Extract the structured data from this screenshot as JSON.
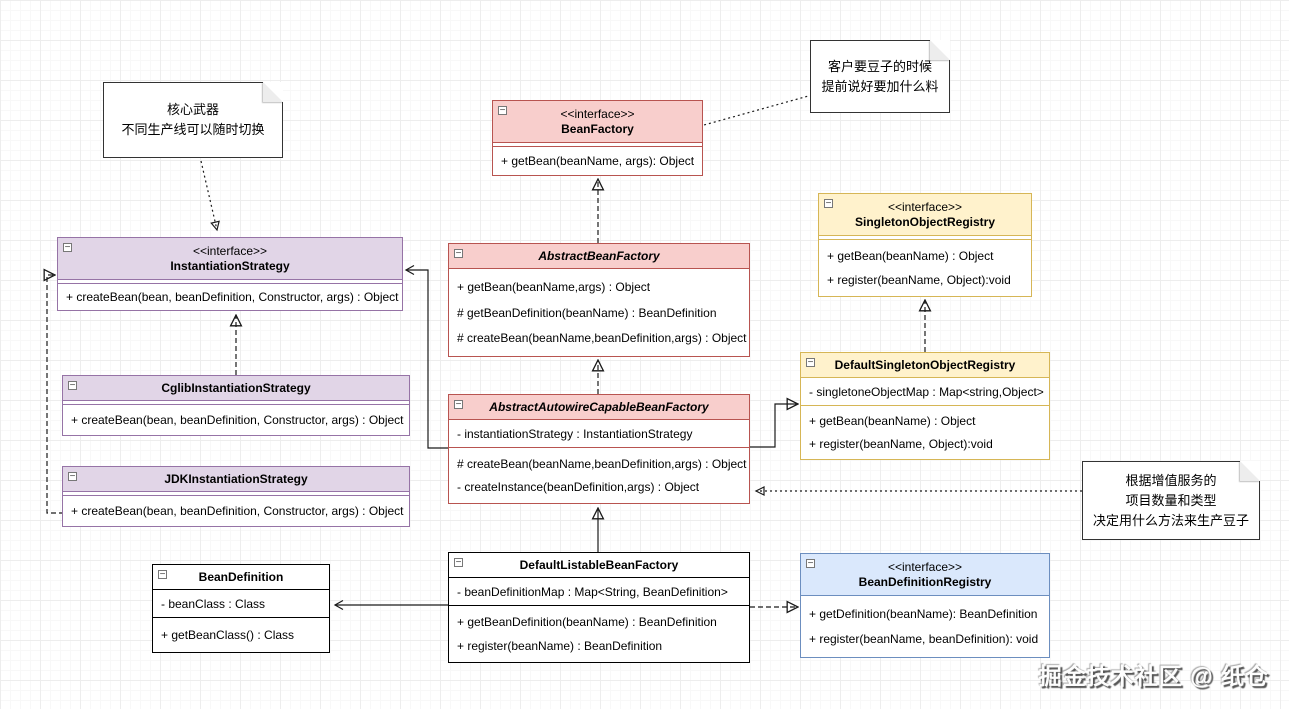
{
  "ui": {
    "collapse_glyph": "−"
  },
  "colors": {
    "pink_fill": "#f8cecc",
    "pink_border": "#b85450",
    "purple_fill": "#e1d5e7",
    "purple_border": "#9673a6",
    "yellow_fill": "#fff2cc",
    "yellow_border": "#d6b656",
    "blue_fill": "#dae8fc",
    "blue_border": "#6c8ebf",
    "plain_border": "#000000"
  },
  "notes": {
    "core_weapon": {
      "lines": [
        "核心武器",
        "不同生产线可以随时切换"
      ]
    },
    "customer": {
      "lines": [
        "客户要豆子的时候",
        "提前说好要加什么料"
      ]
    },
    "value_added": {
      "lines": [
        "根据增值服务的",
        "项目数量和类型",
        "决定用什么方法来生产豆子"
      ]
    }
  },
  "classes": {
    "bean_factory": {
      "stereotype": "<<interface>>",
      "name": "BeanFactory",
      "methods": [
        "+ getBean(beanName, args): Object"
      ]
    },
    "instantiation_strategy": {
      "stereotype": "<<interface>>",
      "name": "InstantiationStrategy",
      "methods": [
        "+ createBean(bean, beanDefinition, Constructor, args) : Object"
      ]
    },
    "cglib_instantiation_strategy": {
      "name": "CglibInstantiationStrategy",
      "methods": [
        "+ createBean(bean, beanDefinition, Constructor, args) : Object"
      ]
    },
    "jdk_instantiation_strategy": {
      "name": "JDKInstantiationStrategy",
      "methods": [
        "+ createBean(bean, beanDefinition, Constructor, args) : Object"
      ]
    },
    "abstract_bean_factory": {
      "name": "AbstractBeanFactory",
      "methods": [
        "+ getBean(beanName,args) : Object",
        "# getBeanDefinition(beanName) : BeanDefinition",
        "# createBean(beanName,beanDefinition,args) : Object"
      ]
    },
    "abstract_autowire_capable_bean_factory": {
      "name": "AbstractAutowireCapableBeanFactory",
      "fields": [
        "- instantiationStrategy : InstantiationStrategy"
      ],
      "methods": [
        "# createBean(beanName,beanDefinition,args) : Object",
        "- createInstance(beanDefinition,args) : Object"
      ]
    },
    "singleton_object_registry": {
      "stereotype": "<<interface>>",
      "name": "SingletonObjectRegistry",
      "methods": [
        "+ getBean(beanName) : Object",
        "+ register(beanName, Object):void"
      ]
    },
    "default_singleton_object_registry": {
      "name": "DefaultSingletonObjectRegistry",
      "fields": [
        "- singletoneObjectMap : Map<string,Object>"
      ],
      "methods": [
        "+ getBean(beanName) : Object",
        "+ register(beanName, Object):void"
      ]
    },
    "default_listable_bean_factory": {
      "name": "DefaultListableBeanFactory",
      "fields": [
        "- beanDefinitionMap : Map<String, BeanDefinition>"
      ],
      "methods": [
        "+ getBeanDefinition(beanName) : BeanDefinition",
        "+ register(beanName) : BeanDefinition"
      ]
    },
    "bean_definition": {
      "name": "BeanDefinition",
      "fields": [
        "- beanClass : Class"
      ],
      "methods": [
        "+ getBeanClass() : Class"
      ]
    },
    "bean_definition_registry": {
      "stereotype": "<<interface>>",
      "name": "BeanDefinitionRegistry",
      "methods": [
        "+ getDefinition(beanName): BeanDefinition",
        "+ register(beanName, beanDefinition): void"
      ]
    }
  },
  "watermark": "掘金技术社区 @ 纸仓"
}
